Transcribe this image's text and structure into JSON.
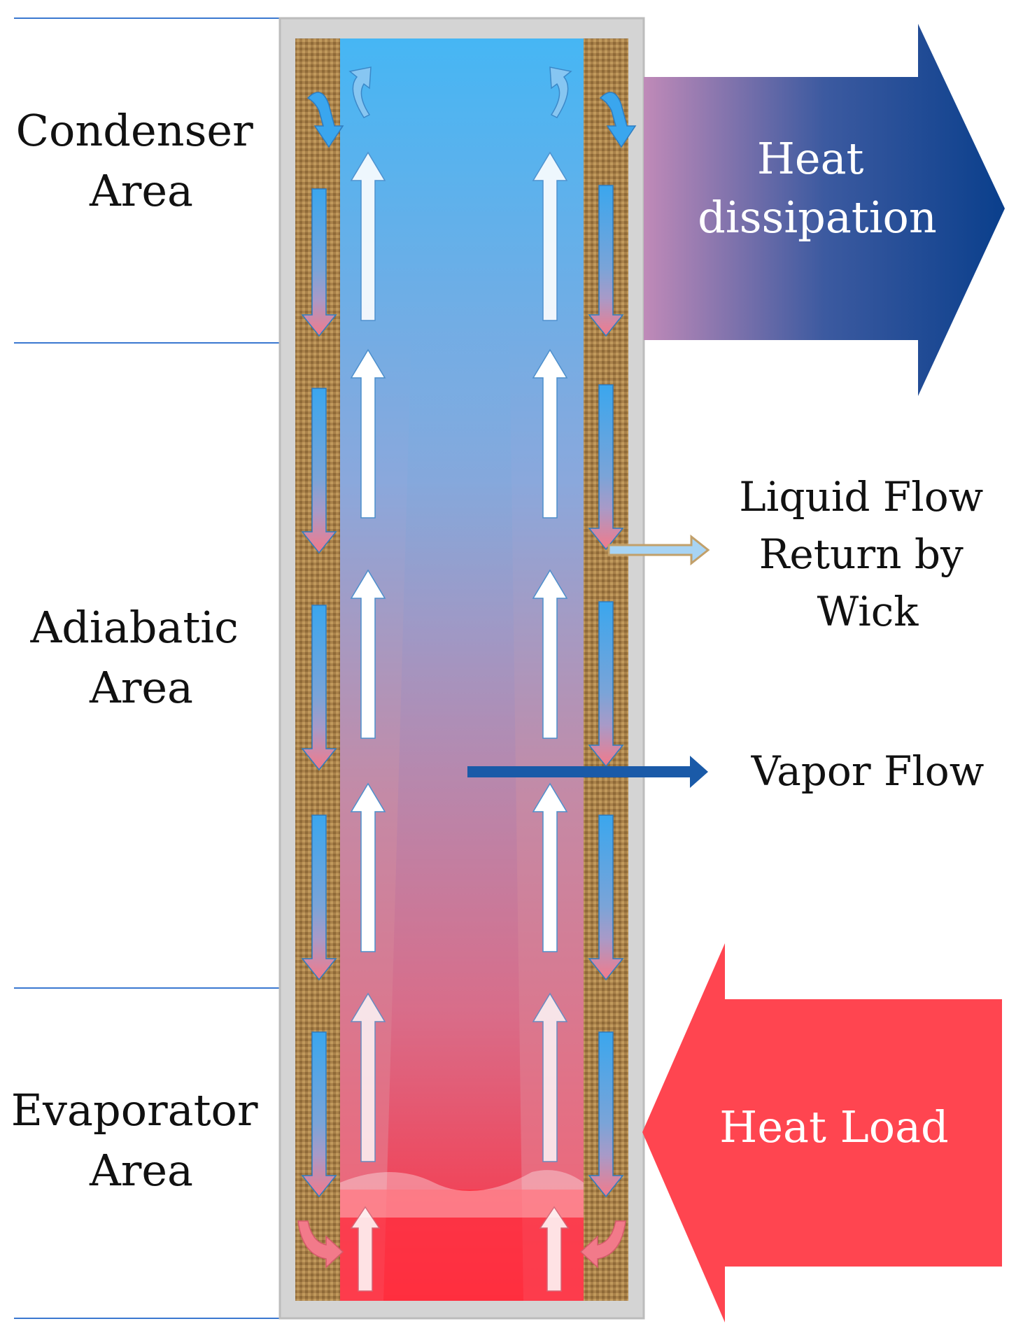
{
  "zones": {
    "condenser": [
      "Condenser",
      "Area"
    ],
    "adiabatic": [
      "Adiabatic",
      "Area"
    ],
    "evaporator": [
      "Evaporator",
      "Area"
    ]
  },
  "heat_dissipation": [
    "Heat",
    "dissipation"
  ],
  "heat_load": "Heat Load",
  "liquid_flow": [
    "Liquid Flow",
    "Return by",
    "Wick"
  ],
  "vapor_flow": "Vapor Flow",
  "colors": {
    "casing": "#d4d4d4",
    "wick": "#a9814a",
    "vapor_top": "#4db6f2",
    "vapor_bottom": "#f26a7a",
    "dissipation_start": "#c08ab8",
    "dissipation_end": "#0a3f8c",
    "heat_load": "#ff4550",
    "liquid_arrow": "#c2a06a",
    "vapor_arrow": "#1a5aa8",
    "zone_line": "#3a78d0"
  }
}
